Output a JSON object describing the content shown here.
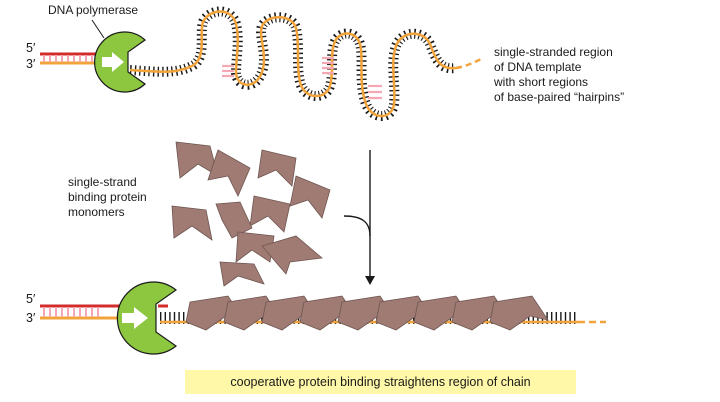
{
  "labels": {
    "polymerase": "DNA polymerase",
    "five_prime": "5′",
    "three_prime": "3′",
    "ss_region": [
      "single-stranded region",
      "of DNA template",
      "with short regions",
      "of base-paired “hairpins”"
    ],
    "monomers": [
      "single-strand",
      "binding protein",
      "monomers"
    ],
    "caption": "cooperative protein binding straightens region of chain"
  },
  "colors": {
    "polymerase": "#8dc63f",
    "protein": "#a07b74",
    "strand_orange": "#f2a33a",
    "strand_red": "#d42b2b",
    "hairpin_pink": "#f3a8b4",
    "tick": "#1a1a1a",
    "caption_bg": "#fff8a8"
  }
}
